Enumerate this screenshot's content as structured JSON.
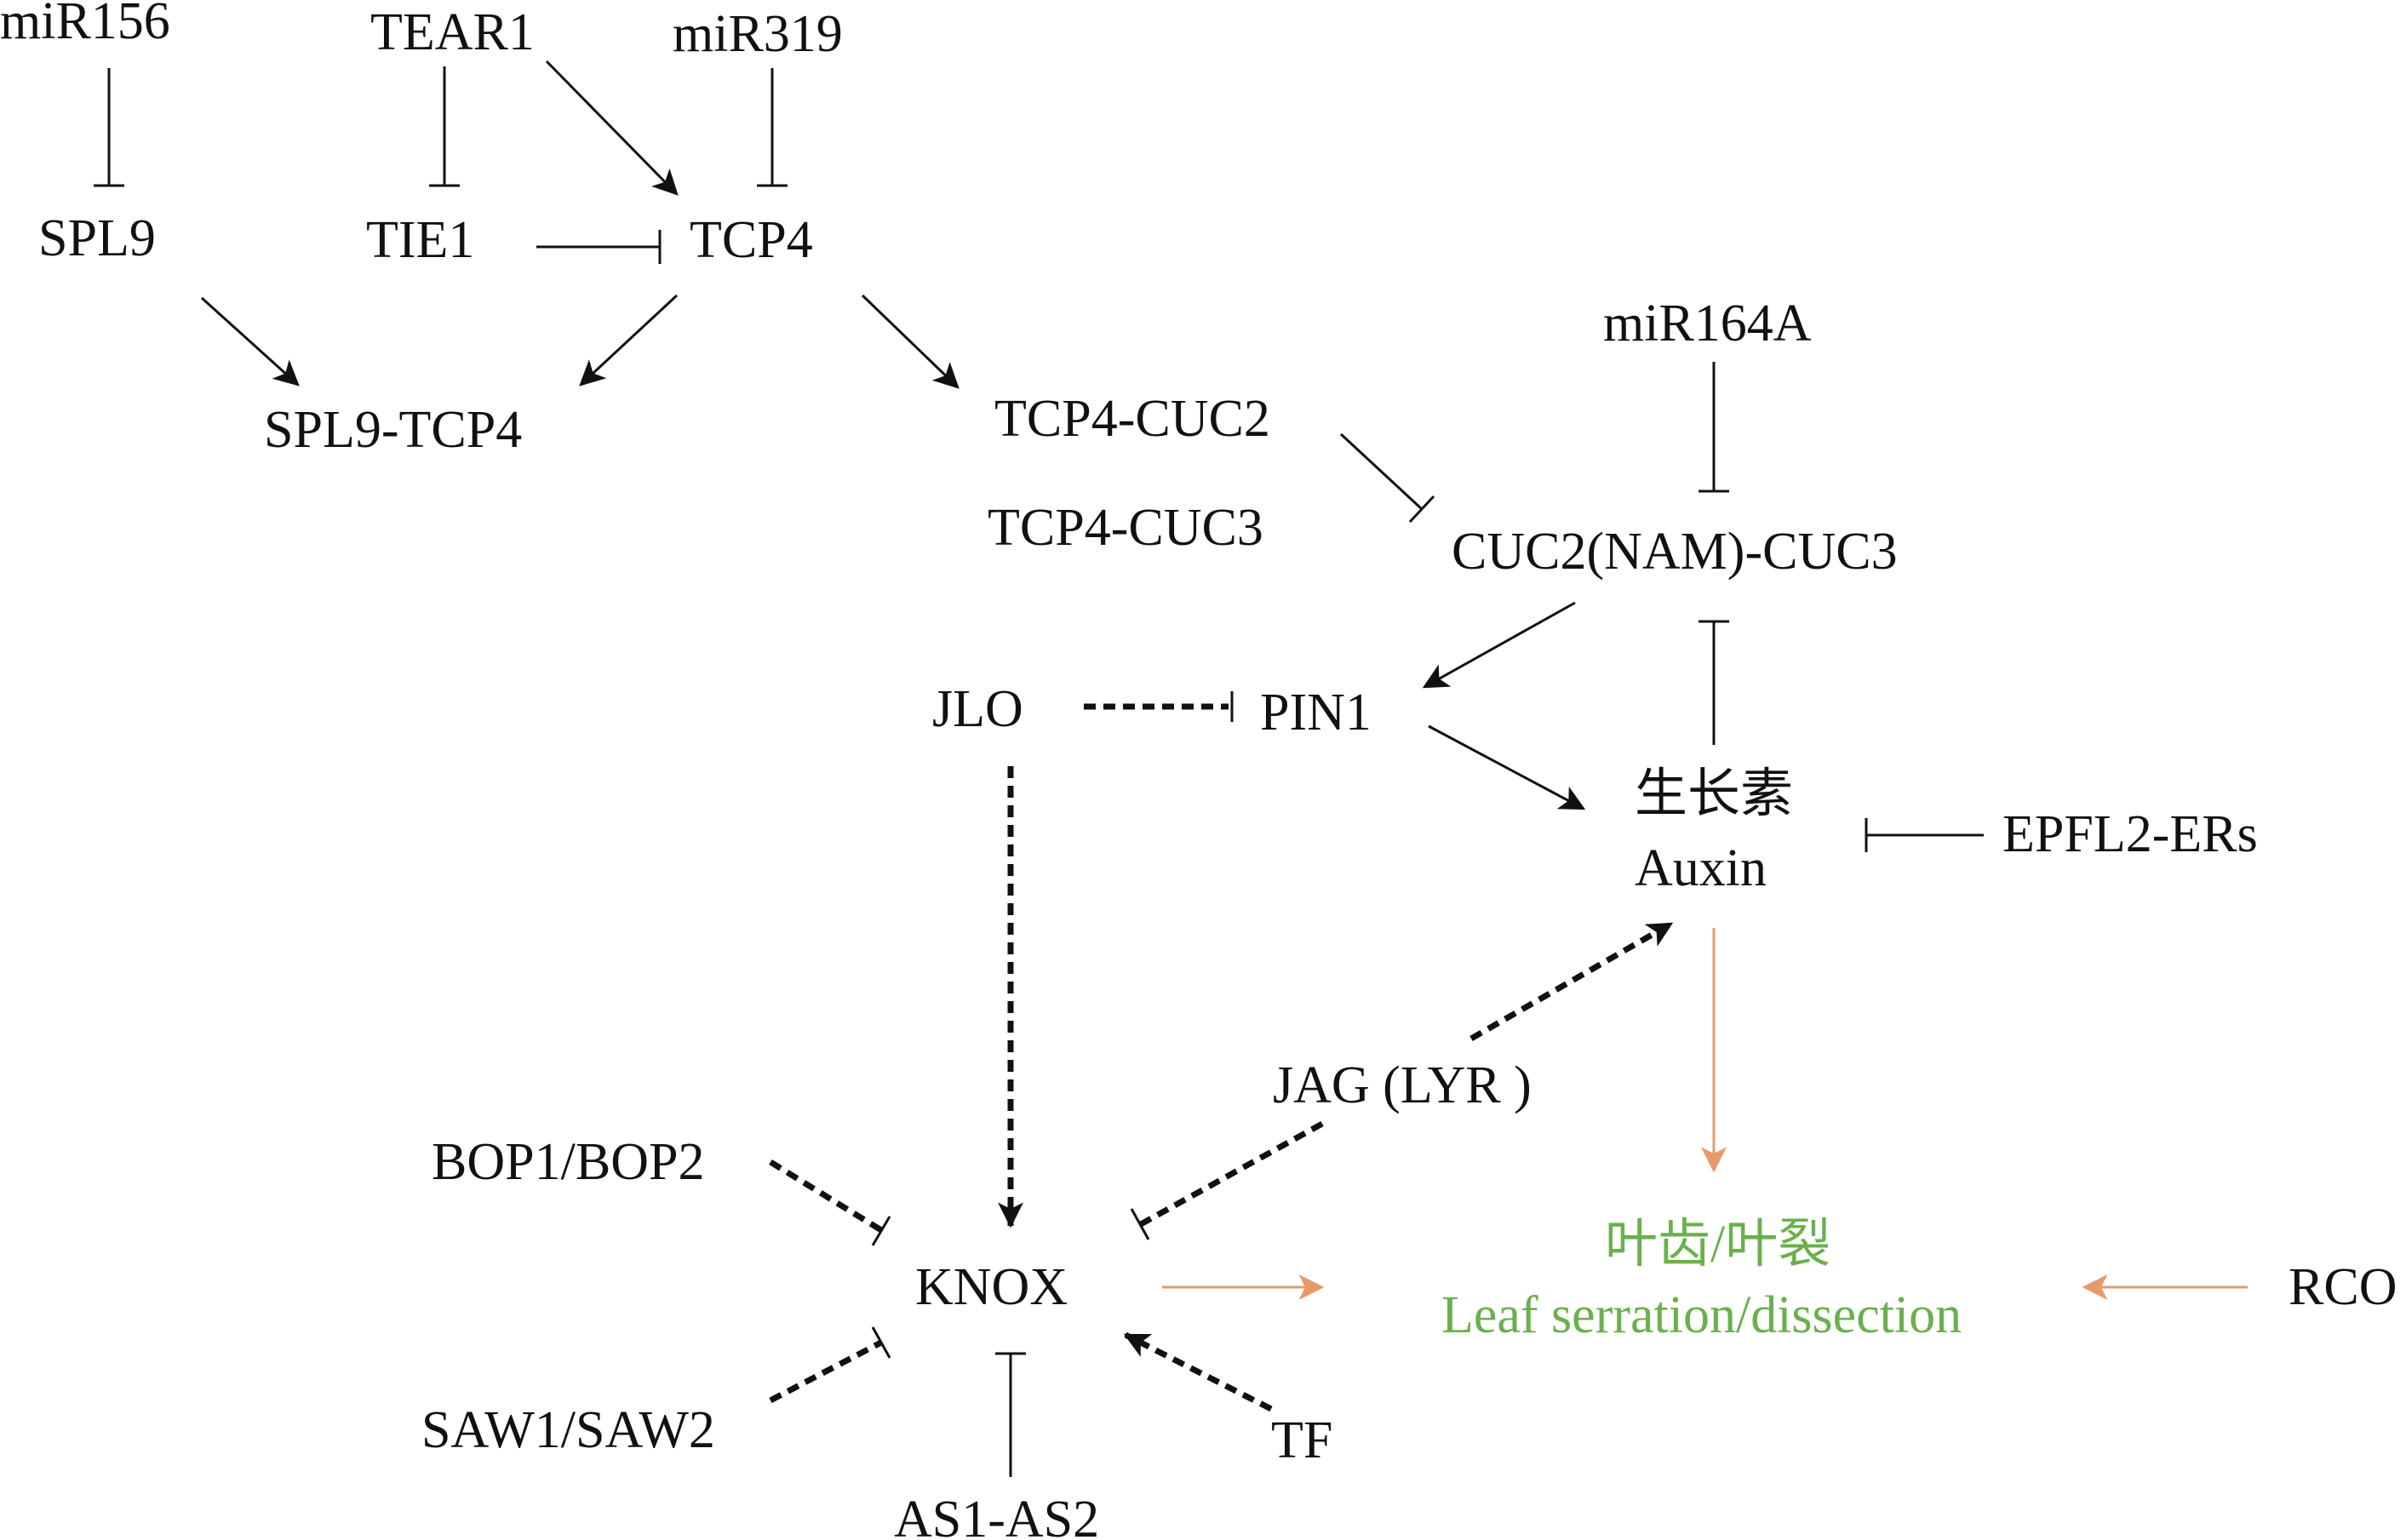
{
  "colors": {
    "black": "#111111",
    "orange": "#e69a6a",
    "green": "#6ab04c"
  },
  "nodes": {
    "mir156": "miR156",
    "tear1": "TEAR1",
    "mir319": "miR319",
    "spl9": "SPL9",
    "tie1": "TIE1",
    "tcp4": "TCP4",
    "spl9_tcp4": "SPL9-TCP4",
    "mir164a": "miR164A",
    "tcp4_cuc2": "TCP4-CUC2",
    "tcp4_cuc3": "TCP4-CUC3",
    "cuc2_cuc3": "CUC2(NAM)-CUC3",
    "jlo": "JLO",
    "pin1": "PIN1",
    "auxin_cn": "生长素",
    "auxin_en": "Auxin",
    "epfl2_ers": "EPFL2-ERs",
    "jag_lyr": "JAG (LYR )",
    "bop1_bop2": "BOP1/BOP2",
    "knox": "KNOX",
    "leaf_cn": "叶齿/叶裂",
    "leaf_en": "Leaf serration/dissection",
    "rco": "RCO",
    "saw1_saw2": "SAW1/SAW2",
    "tf": "TF",
    "as1_as2": "AS1-AS2"
  }
}
